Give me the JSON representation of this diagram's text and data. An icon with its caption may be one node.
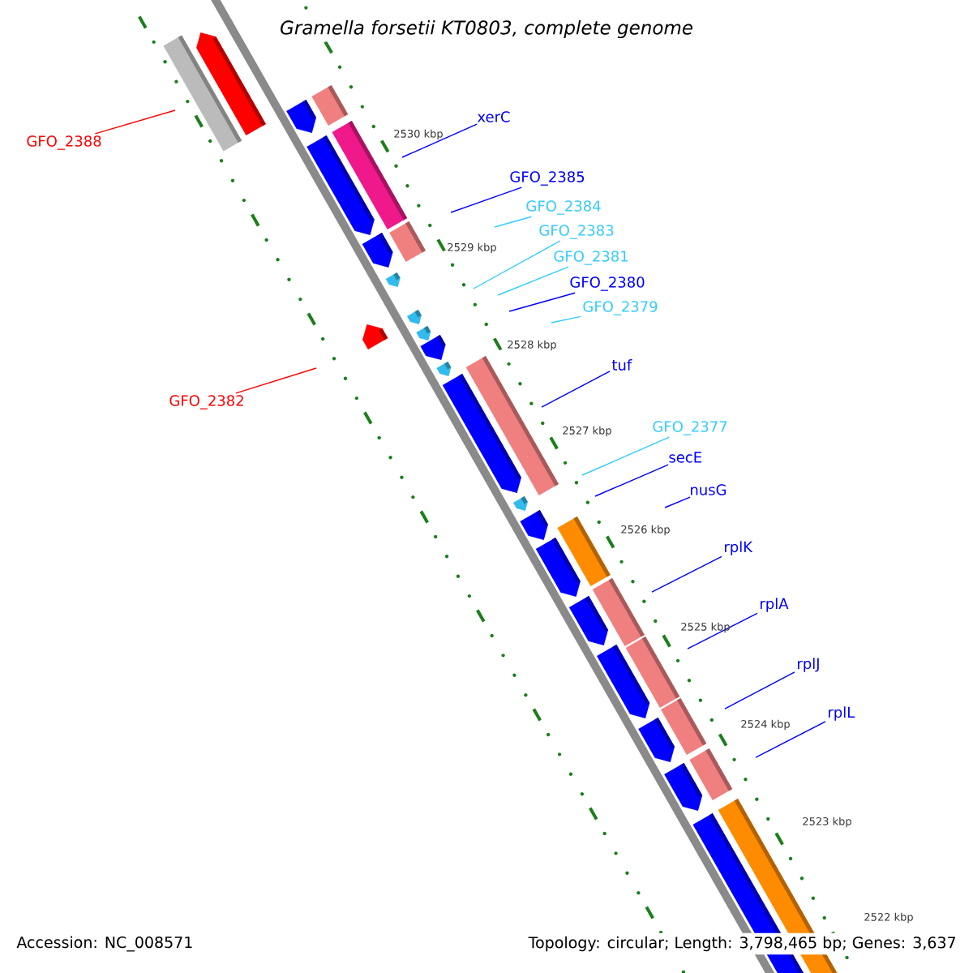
{
  "diagram": {
    "title": "Gramella forsetii KT0803, complete genome",
    "nodes": [
      {
        "text": [
          "xerC"
        ]
      },
      {
        "text": [
          "GFO_2388"
        ]
      },
      {
        "text": [
          "GFO_2385"
        ]
      },
      {
        "text": [
          "GFO_2384"
        ]
      },
      {
        "text": [
          "GFO_2383"
        ]
      },
      {
        "text": [
          "GFO_2381"
        ]
      },
      {
        "text": [
          "GFO_2380"
        ]
      },
      {
        "text": [
          "GFO_2379"
        ]
      },
      {
        "text": [
          "tuf"
        ]
      },
      {
        "text": [
          "GFO_2382"
        ]
      },
      {
        "text": [
          "GFO_2377"
        ]
      },
      {
        "text": [
          "secE"
        ]
      },
      {
        "text": [
          "nusG"
        ]
      },
      {
        "text": [
          "rplK"
        ]
      },
      {
        "text": [
          "rplA"
        ]
      },
      {
        "text": [
          "rplJ"
        ]
      },
      {
        "text": [
          "rplL"
        ]
      }
    ],
    "edges": [
      {
        "from": 0,
        "to": null,
        "arrow": "none"
      },
      {
        "from": 1,
        "to": null,
        "arrow": "none",
        "color": "#ff0000"
      },
      {
        "from": 2,
        "to": null,
        "arrow": "none"
      },
      {
        "from": 3,
        "to": null,
        "arrow": "none",
        "color": "#33ccff"
      },
      {
        "from": 4,
        "to": null,
        "arrow": "none",
        "color": "#33ccff"
      },
      {
        "from": 5,
        "to": null,
        "arrow": "none",
        "color": "#33ccff"
      },
      {
        "from": 6,
        "to": null,
        "arrow": "none"
      },
      {
        "from": 7,
        "to": null,
        "arrow": "none",
        "color": "#33ccff"
      },
      {
        "from": 8,
        "to": null,
        "arrow": "none"
      },
      {
        "from": 9,
        "to": null,
        "arrow": "none",
        "color": "#ff0000"
      },
      {
        "from": 10,
        "to": null,
        "arrow": "none",
        "color": "#33ccff"
      },
      {
        "from": 11,
        "to": null,
        "arrow": "none"
      },
      {
        "from": 12,
        "to": null,
        "arrow": "none"
      },
      {
        "from": 13,
        "to": null,
        "arrow": "none"
      },
      {
        "from": 14,
        "to": null,
        "arrow": "none"
      },
      {
        "from": 15,
        "to": null,
        "arrow": "none"
      },
      {
        "from": 16,
        "to": null,
        "arrow": "none"
      }
    ],
    "labels": [
      "2530 kbp",
      "2529 kbp",
      "2528 kbp",
      "2527 kbp",
      "2526 kbp",
      "2525 kbp",
      "2524 kbp",
      "2523 kbp",
      "2522 kbp",
      "Accession: NC_008571",
      "Topology: circular; Length: 3,798,465 bp; Genes: 3,637"
    ]
  }
}
